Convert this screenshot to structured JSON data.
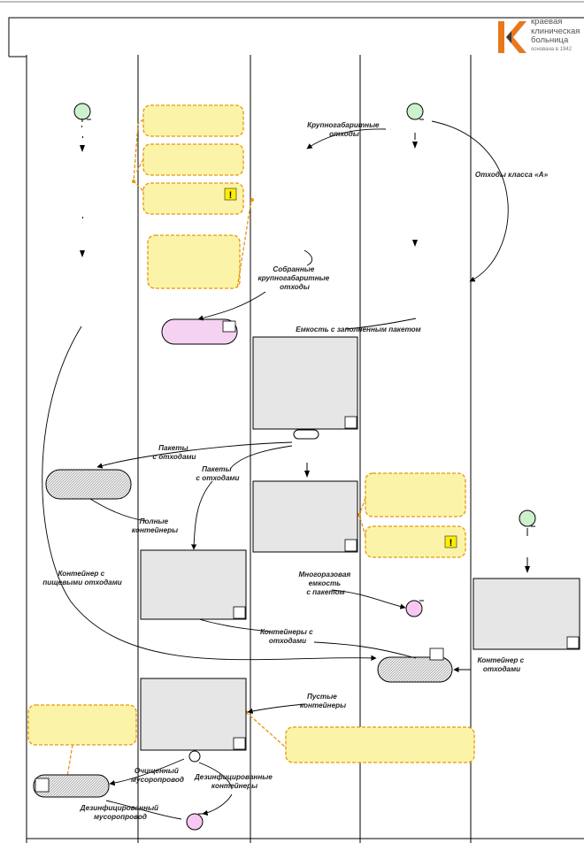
{
  "logo": {
    "line1": "краевая",
    "line2": "клиническая",
    "line3": "больница",
    "line4": "основана в 1942"
  },
  "labels": {
    "bulky_waste": [
      "Крупногабаритные",
      "отходы"
    ],
    "class_a": "Отходы класса «А»",
    "collected_bulky": [
      "Собранные",
      "крупногабаритные",
      "отходы"
    ],
    "container_bag": "Емкость с заполненным пакетом",
    "bags_1": [
      "Пакеты",
      "с отходами"
    ],
    "bags_2": [
      "Пакеты",
      "с отходами"
    ],
    "full_containers": [
      "Полные",
      "контейнеры"
    ],
    "food_container": [
      "Контейнер с",
      "пищевыми отходами"
    ],
    "reusable": [
      "Многоразовая",
      "емкость",
      "с пакетом"
    ],
    "containers_with_waste": [
      "Контейнеры с",
      "отходами"
    ],
    "container_with_waste": [
      "Контейнер с",
      "отходами"
    ],
    "empty_containers": [
      "Пустые",
      "контейнеры"
    ],
    "cleaned_chute": [
      "Очищенный",
      "мусоропровод"
    ],
    "disinfected_containers": [
      "Дезинфицированные",
      "контейнеры"
    ],
    "disinfected_chute": [
      "Дезинфицированный",
      "мусоропровод"
    ]
  },
  "colors": {
    "start_event": "#cdf0cd",
    "end_event": "#f7c8f2",
    "annotation_fill": "#fbf4a8",
    "annotation_border": "#e8960a",
    "task_fill": "#e6e6e6",
    "pink_fill": "#f5d2f2",
    "brand_orange": "#e8781e"
  }
}
